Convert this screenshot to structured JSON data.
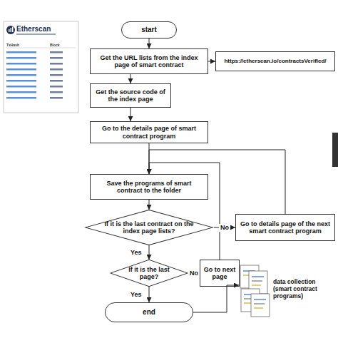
{
  "diagram": {
    "nodes": [
      {
        "text": [
          "start"
        ]
      },
      {
        "text": [
          "Get the URL lists from the index page of smart contract"
        ]
      },
      {
        "text": [
          "https://etherscan.io/contractsVerified/"
        ]
      },
      {
        "text": [
          "Get the source code of the index page"
        ]
      },
      {
        "text": [
          "Go to the details page of smart contract program"
        ]
      },
      {
        "text": [
          "Save the programs of smart contract to the folder"
        ]
      },
      {
        "text": [
          "If it is the last contract on the index page lists?"
        ]
      },
      {
        "text": [
          "Go to details page of the next smart contract program"
        ]
      },
      {
        "text": [
          "If it is the last page?"
        ]
      },
      {
        "text": [
          "Go to next page"
        ]
      },
      {
        "text": [
          "end"
        ]
      },
      {
        "text": [
          "data collection (smart contract programs)"
        ]
      }
    ],
    "edges": [
      {
        "from": 0,
        "to": 1,
        "arrow": "to"
      },
      {
        "from": 1,
        "to": 2,
        "arrow": "to"
      },
      {
        "from": 1,
        "to": 3,
        "arrow": "to"
      },
      {
        "from": 3,
        "to": 4,
        "arrow": "to"
      },
      {
        "from": 4,
        "to": 5,
        "arrow": "to"
      },
      {
        "from": 5,
        "to": 6,
        "arrow": "to"
      },
      {
        "from": 6,
        "to": 7,
        "label": "No",
        "arrow": "to"
      },
      {
        "from": 7,
        "to": 5,
        "arrow": "to"
      },
      {
        "from": 6,
        "to": 8,
        "label": "Yes",
        "arrow": "to"
      },
      {
        "from": 8,
        "to": 9,
        "label": "No",
        "arrow": "to"
      },
      {
        "from": 9,
        "to": 5,
        "arrow": "to"
      },
      {
        "from": 8,
        "to": 10,
        "label": "Yes",
        "arrow": "to"
      },
      {
        "from": 10,
        "to": 11,
        "arrow": "to"
      }
    ],
    "labels": [
      "Etherscan",
      "TxHash",
      "Block"
    ]
  }
}
